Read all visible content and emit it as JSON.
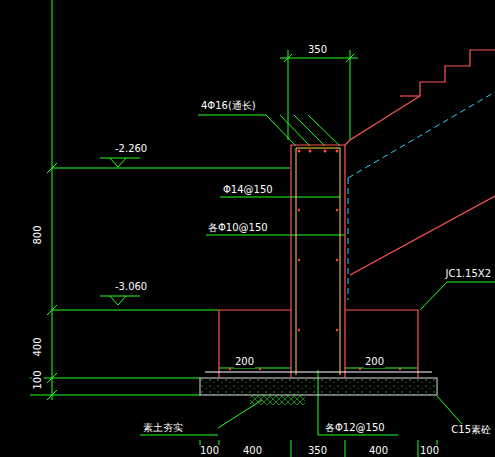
{
  "diagram": {
    "labels": [
      "350",
      "4Φ16(通长)",
      "-2.260",
      "Φ14@150",
      "各Φ10@150",
      "800",
      "-3.060",
      "400",
      "100",
      "200",
      "200",
      "JC1.15X2",
      "素土夯实",
      "各Φ12@150",
      "C15素砼",
      "100",
      "400",
      "350",
      "400",
      "100"
    ]
  }
}
